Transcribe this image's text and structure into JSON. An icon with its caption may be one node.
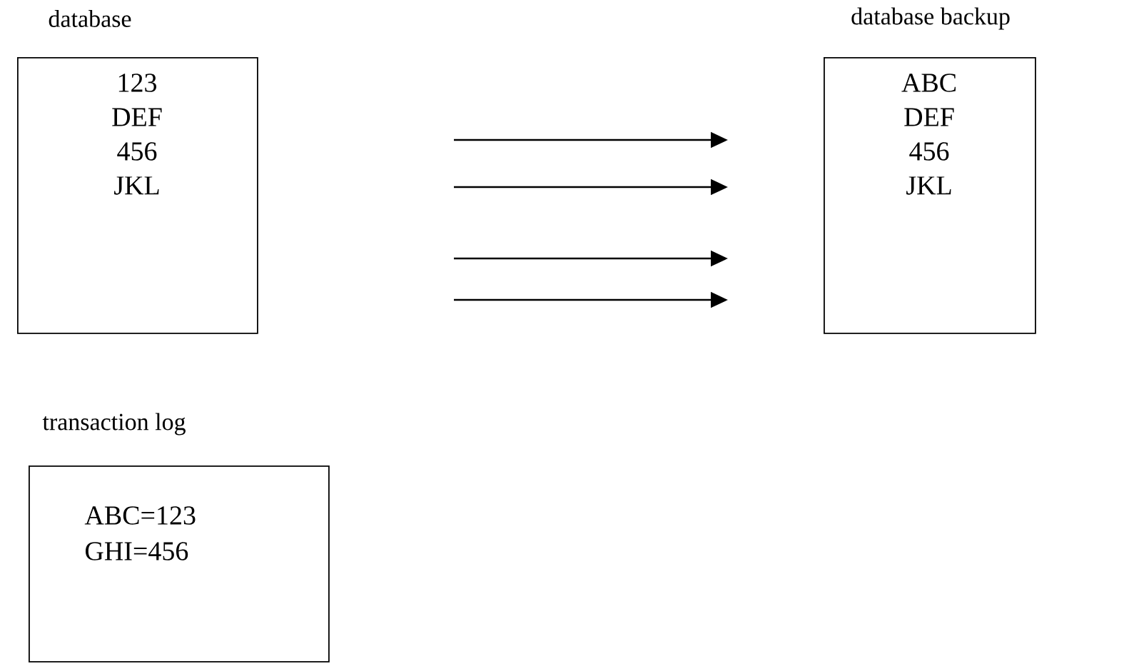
{
  "diagram": {
    "nodes": [
      {
        "text": [
          "database",
          "123",
          "DEF",
          "456",
          "JKL"
        ]
      },
      {
        "text": [
          "database backup",
          "ABC",
          "DEF",
          "456",
          "JKL"
        ]
      },
      {
        "text": [
          "transaction log",
          "ABC=123",
          "GHI=456"
        ]
      }
    ]
  }
}
